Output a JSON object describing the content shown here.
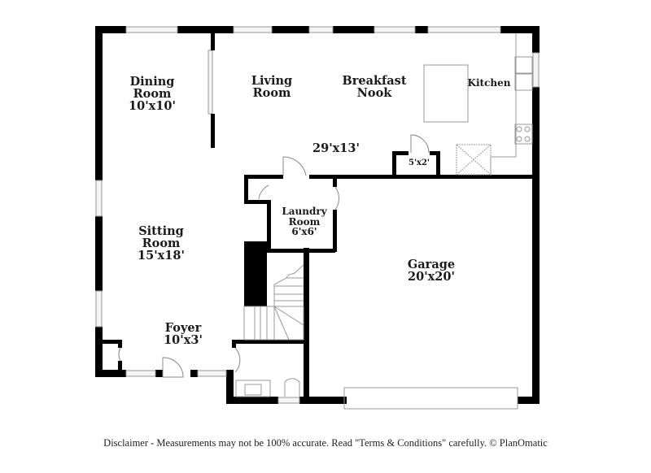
{
  "floor_plan": {
    "rooms": [
      {
        "id": "dining-room",
        "name_line1": "Dining",
        "name_line2": "Room",
        "dimensions": "10'x10'"
      },
      {
        "id": "living-room",
        "name_line1": "Living",
        "name_line2": "Room",
        "dimensions": ""
      },
      {
        "id": "breakfast-nook",
        "name_line1": "Breakfast",
        "name_line2": "Nook",
        "dimensions": "29'x13'"
      },
      {
        "id": "kitchen",
        "name_line1": "Kitchen",
        "name_line2": "",
        "dimensions": ""
      },
      {
        "id": "pantry",
        "name_line1": "",
        "name_line2": "",
        "dimensions": "5'x2'"
      },
      {
        "id": "laundry-room",
        "name_line1": "Laundry",
        "name_line2": "Room",
        "dimensions": "6'x6'"
      },
      {
        "id": "sitting-room",
        "name_line1": "Sitting",
        "name_line2": "Room",
        "dimensions": "15'x18'"
      },
      {
        "id": "foyer",
        "name_line1": "Foyer",
        "name_line2": "",
        "dimensions": "10'x3'"
      },
      {
        "id": "garage",
        "name_line1": "Garage",
        "name_line2": "",
        "dimensions": "20'x20'"
      }
    ],
    "fixtures": [
      "kitchen-island",
      "double-sink",
      "cooktop",
      "refrigerator-space",
      "staircase",
      "half-bath-sink",
      "toilet",
      "garage-door"
    ],
    "colors": {
      "wall": "#000000",
      "fixture_line": "#9a9a9a",
      "window_fill": "#f2f2f2",
      "background": "#ffffff"
    }
  },
  "footer": {
    "disclaimer": "Disclaimer - Measurements may not be 100% accurate. Read \"Terms & Conditions\" carefully. © PlanOmatic"
  }
}
